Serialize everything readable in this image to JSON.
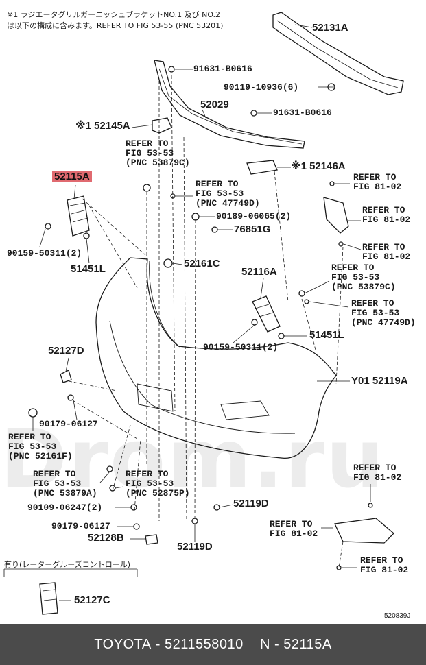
{
  "header_note": {
    "line1": "※1 ラジエータグリルガーニッシュブラケットNO.1 及び NO.2",
    "line2": "は以下の構成に含みます。REFER TO FIG 53-55 (PNC 53201)"
  },
  "watermark": "Drom.ru",
  "labels": [
    {
      "id": "lbl-52131a",
      "text": "52131A",
      "size": "big"
    },
    {
      "id": "lbl-91631-b0616-a",
      "text": "91631-B0616"
    },
    {
      "id": "lbl-90119-10936",
      "text": "90119-10936(6)"
    },
    {
      "id": "lbl-52029",
      "text": "52029",
      "size": "big"
    },
    {
      "id": "lbl-91631-b0616-b",
      "text": "91631-B0616"
    },
    {
      "id": "lbl-52145a",
      "text": "※1 52145A",
      "size": "big"
    },
    {
      "id": "lbl-ref-53879c-a",
      "text": "REFER TO\nFIG 53-53\n(PNC 53879C)"
    },
    {
      "id": "lbl-52146a",
      "text": "※1 52146A",
      "size": "big"
    },
    {
      "id": "lbl-52115a",
      "text": "52115A",
      "size": "big",
      "highlight": true
    },
    {
      "id": "lbl-ref-47749d-a",
      "text": "REFER TO\nFIG 53-53\n(PNC 47749D)"
    },
    {
      "id": "lbl-ref-81-02-a",
      "text": "REFER TO\nFIG 81-02"
    },
    {
      "id": "lbl-ref-81-02-b",
      "text": "REFER TO\nFIG 81-02"
    },
    {
      "id": "lbl-90189-06065",
      "text": "90189-06065(2)"
    },
    {
      "id": "lbl-76851g",
      "text": "76851G",
      "size": "big"
    },
    {
      "id": "lbl-90159-50311-a",
      "text": "90159-50311(2)"
    },
    {
      "id": "lbl-ref-81-02-c",
      "text": "REFER TO\nFIG 81-02"
    },
    {
      "id": "lbl-52161c",
      "text": "52161C",
      "size": "big"
    },
    {
      "id": "lbl-51451l-a",
      "text": "51451L",
      "size": "big"
    },
    {
      "id": "lbl-52116a",
      "text": "52116A",
      "size": "big"
    },
    {
      "id": "lbl-ref-53879c-b",
      "text": "REFER TO\nFIG 53-53\n(PNC 53879C)"
    },
    {
      "id": "lbl-ref-47749d-b",
      "text": "REFER TO\nFIG 53-53\n(PNC 47749D)"
    },
    {
      "id": "lbl-51451l-b",
      "text": "51451L",
      "size": "big"
    },
    {
      "id": "lbl-90159-50311-b",
      "text": "90159-50311(2)"
    },
    {
      "id": "lbl-52127d",
      "text": "52127D",
      "size": "big"
    },
    {
      "id": "lbl-y01-52119a",
      "text": "Y01 52119A",
      "size": "big"
    },
    {
      "id": "lbl-90179-06127-a",
      "text": "90179-06127"
    },
    {
      "id": "lbl-ref-52161f",
      "text": "REFER TO\nFIG 53-53\n(PNC 52161F)"
    },
    {
      "id": "lbl-ref-53879a",
      "text": "REFER TO\nFIG 53-53\n(PNC 53879A)"
    },
    {
      "id": "lbl-ref-52875p",
      "text": "REFER TO\nFIG 53-53\n(PNC 52875P)"
    },
    {
      "id": "lbl-ref-81-02-d",
      "text": "REFER TO\nFIG 81-02"
    },
    {
      "id": "lbl-90109-06247",
      "text": "90109-06247(2)"
    },
    {
      "id": "lbl-52119d-a",
      "text": "52119D",
      "size": "big"
    },
    {
      "id": "lbl-ref-81-02-e",
      "text": "REFER TO\nFIG 81-02"
    },
    {
      "id": "lbl-90179-06127-b",
      "text": "90179-06127"
    },
    {
      "id": "lbl-52128b",
      "text": "52128B",
      "size": "big"
    },
    {
      "id": "lbl-52119d-b",
      "text": "52119D",
      "size": "big"
    },
    {
      "id": "lbl-ref-81-02-f",
      "text": "REFER TO\nFIG 81-02"
    },
    {
      "id": "lbl-52127c",
      "text": "52127C",
      "size": "big"
    }
  ],
  "option_label": "有り(レーターグルーズコントロール)",
  "drawing_number": "520839J",
  "footer": {
    "brand": "TOYOTA",
    "part_number": "5211558010",
    "pnc": "N - 52115A",
    "separator": " - "
  }
}
